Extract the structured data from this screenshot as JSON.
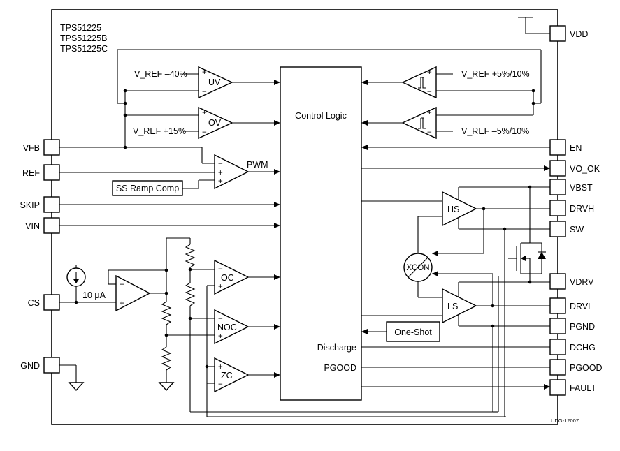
{
  "part_numbers": [
    "TPS51225",
    "TPS51225B",
    "TPS51225C"
  ],
  "pins_left": [
    "VFB",
    "REF",
    "SKIP",
    "VIN",
    "CS",
    "GND"
  ],
  "pins_right": [
    "VDD",
    "EN",
    "VO_OK",
    "VBST",
    "DRVH",
    "SW",
    "VDRV",
    "DRVL",
    "PGND",
    "DCHG",
    "PGOOD",
    "FAULT"
  ],
  "comparators": {
    "uv": "UV",
    "ov": "OV",
    "oc": "OC",
    "noc": "NOC",
    "zc": "ZC",
    "pwm": "PWM"
  },
  "vref_labels": {
    "minus40": "V_REF –40%",
    "plus15": "V_REF +15%",
    "plus5_10": "V_REF +5%/10%",
    "minus5_10": "V_REF –5%/10%"
  },
  "blocks": {
    "control_logic": "Control Logic",
    "discharge": "Discharge",
    "pgood": "PGOOD",
    "ss_ramp": "SS Ramp Comp",
    "one_shot": "One-Shot",
    "hs": "HS",
    "ls": "LS",
    "xcon": "XCON"
  },
  "current_source": "10 μA",
  "figure_id": "UDG-12007"
}
